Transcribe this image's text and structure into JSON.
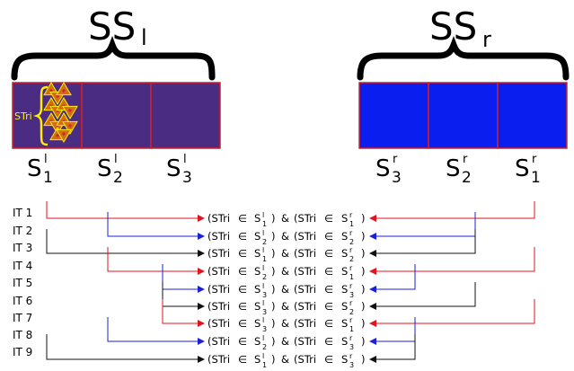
{
  "left_group": {
    "label_main": "SS",
    "label_sub": "l",
    "subsets": [
      {
        "base": "S",
        "sup": "l",
        "sub": "1"
      },
      {
        "base": "S",
        "sup": "l",
        "sub": "2"
      },
      {
        "base": "S",
        "sup": "l",
        "sub": "3"
      }
    ],
    "stri_label": "STri"
  },
  "right_group": {
    "label_main": "SS",
    "label_sub": "r",
    "subsets": [
      {
        "base": "S",
        "sup": "r",
        "sub": "3"
      },
      {
        "base": "S",
        "sup": "r",
        "sub": "2"
      },
      {
        "base": "S",
        "sup": "r",
        "sub": "1"
      }
    ]
  },
  "iterations": [
    {
      "label": "IT 1",
      "left_sup": "l",
      "left_sub": "1",
      "right_sup": "r",
      "right_sub": "1"
    },
    {
      "label": "IT 2",
      "left_sup": "l",
      "left_sub": "2",
      "right_sup": "r",
      "right_sub": "2"
    },
    {
      "label": "IT 3",
      "left_sup": "l",
      "left_sub": "1",
      "right_sup": "r",
      "right_sub": "2"
    },
    {
      "label": "IT 4",
      "left_sup": "l",
      "left_sub": "2",
      "right_sup": "r",
      "right_sub": "1"
    },
    {
      "label": "IT 5",
      "left_sup": "l",
      "left_sub": "3",
      "right_sup": "r",
      "right_sub": "3"
    },
    {
      "label": "IT 6",
      "left_sup": "l",
      "left_sub": "3",
      "right_sup": "r",
      "right_sub": "2"
    },
    {
      "label": "IT 7",
      "left_sup": "l",
      "left_sub": "3",
      "right_sup": "r",
      "right_sub": "1"
    },
    {
      "label": "IT 8",
      "left_sup": "l",
      "left_sub": "2",
      "right_sup": "r",
      "right_sub": "3"
    },
    {
      "label": "IT 9",
      "left_sup": "l",
      "left_sub": "1",
      "right_sup": "r",
      "right_sub": "3"
    }
  ],
  "expression": {
    "open": "(STri",
    "element_of": "∈",
    "set_base": "S",
    "close": ")",
    "and": "&"
  },
  "colors": {
    "left_fill": "#4a2c82",
    "right_fill": "#0a1ef0",
    "box_border": "#d0202a",
    "red": "#e0141e",
    "blue": "#1a22d6",
    "black": "#111111",
    "triangle_fill": "#d07010",
    "triangle_dot": "#d02040",
    "brace_yellow": "#ffee00"
  }
}
